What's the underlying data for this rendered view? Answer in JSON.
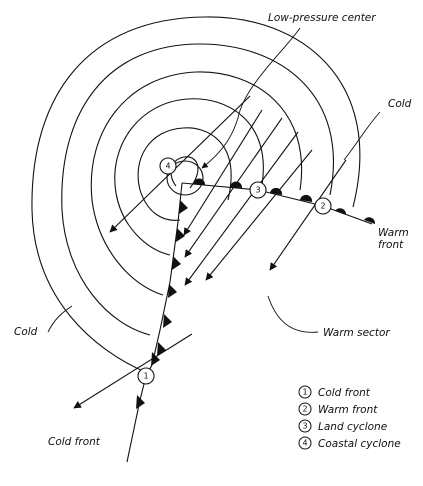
{
  "labels": {
    "low_pressure_center": "Low-pressure center",
    "cold_right": "Cold",
    "cold_left": "Cold",
    "warm_front": "Warm front",
    "warm_front_line1": "Warm",
    "warm_front_line2": "front",
    "warm_sector": "Warm sector",
    "cold_front": "Cold front"
  },
  "markers": [
    "1",
    "2",
    "3",
    "4"
  ],
  "legend": [
    {
      "num": "1",
      "text": "Cold front"
    },
    {
      "num": "2",
      "text": "Warm front"
    },
    {
      "num": "3",
      "text": "Land cyclone"
    },
    {
      "num": "4",
      "text": "Coastal cyclone"
    }
  ]
}
